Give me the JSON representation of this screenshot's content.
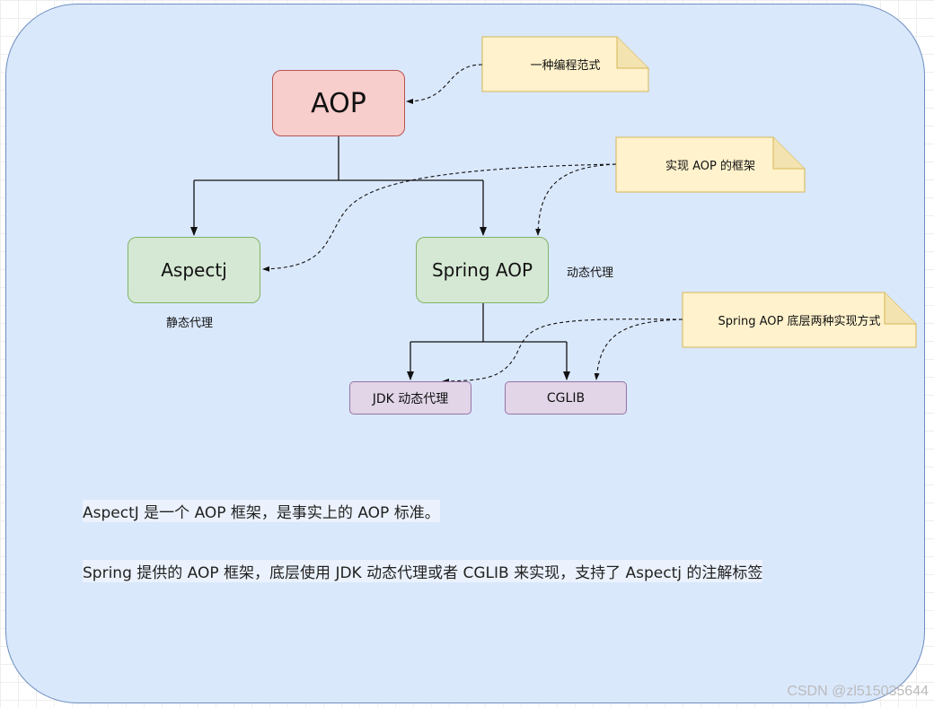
{
  "nodes": {
    "aop": "AOP",
    "aspectj": "Aspectj",
    "spring_aop": "Spring AOP",
    "jdk_proxy": "JDK 动态代理",
    "cglib": "CGLIB"
  },
  "labels": {
    "static_proxy": "静态代理",
    "dynamic_proxy": "动态代理"
  },
  "notes": {
    "paradigm": "一种编程范式",
    "framework": "实现 AOP 的框架",
    "underlying": "Spring AOP 底层两种实现方式"
  },
  "paragraphs": {
    "p1": "AspectJ 是一个 AOP 框架，是事实上的 AOP 标准。",
    "p2": "Spring 提供的 AOP 框架，底层使用 JDK 动态代理或者 CGLIB 来实现，支持了 Aspectj 的注解标签"
  },
  "watermark": "CSDN @zl515035644",
  "colors": {
    "container_fill": "#dae8fc",
    "root_fill": "#f8cecc",
    "green_fill": "#d5e8d4",
    "purple_fill": "#e1d5e7",
    "note_fill": "#fff2cc"
  }
}
